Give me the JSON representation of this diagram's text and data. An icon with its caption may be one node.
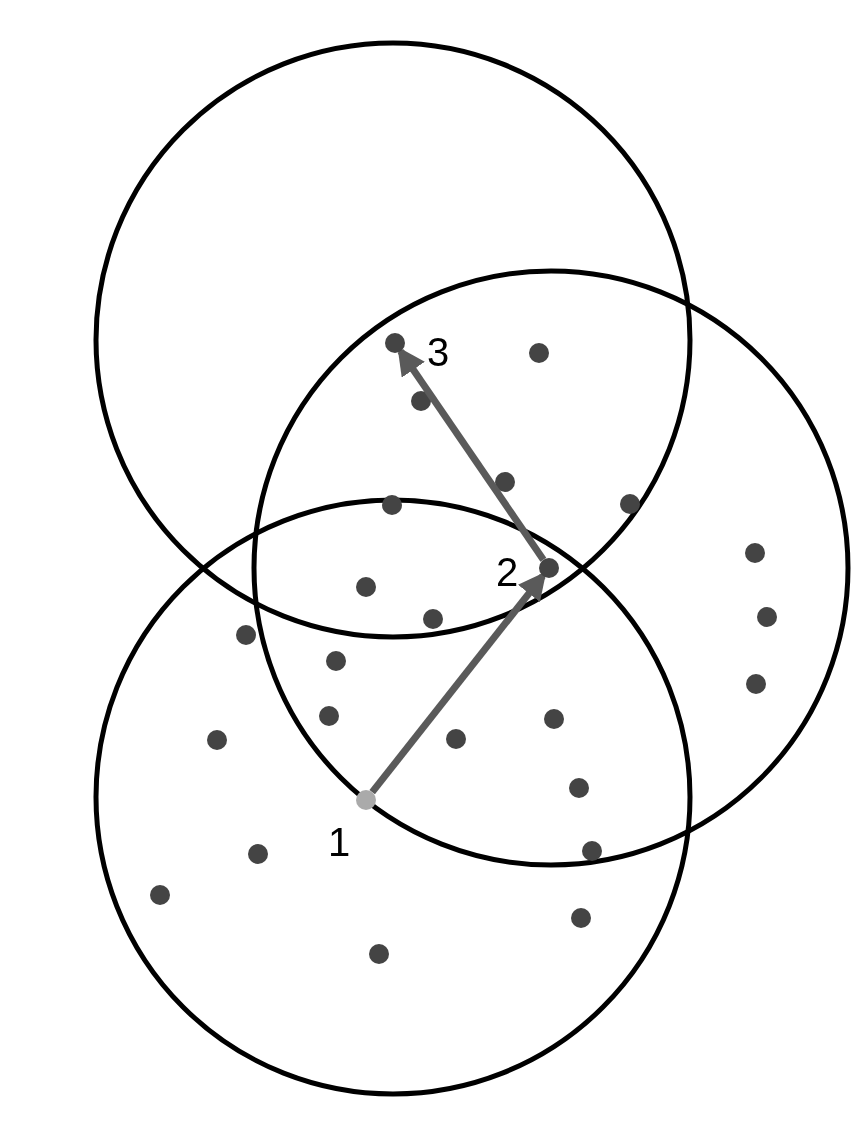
{
  "diagram": {
    "nodes": [
      {
        "text": [
          "1"
        ]
      },
      {
        "text": [
          "2"
        ]
      },
      {
        "text": [
          "3"
        ]
      }
    ],
    "edges": [
      {
        "from": 0,
        "to": 1,
        "arrow": "to"
      },
      {
        "from": 1,
        "to": 2,
        "arrow": "to"
      }
    ]
  }
}
